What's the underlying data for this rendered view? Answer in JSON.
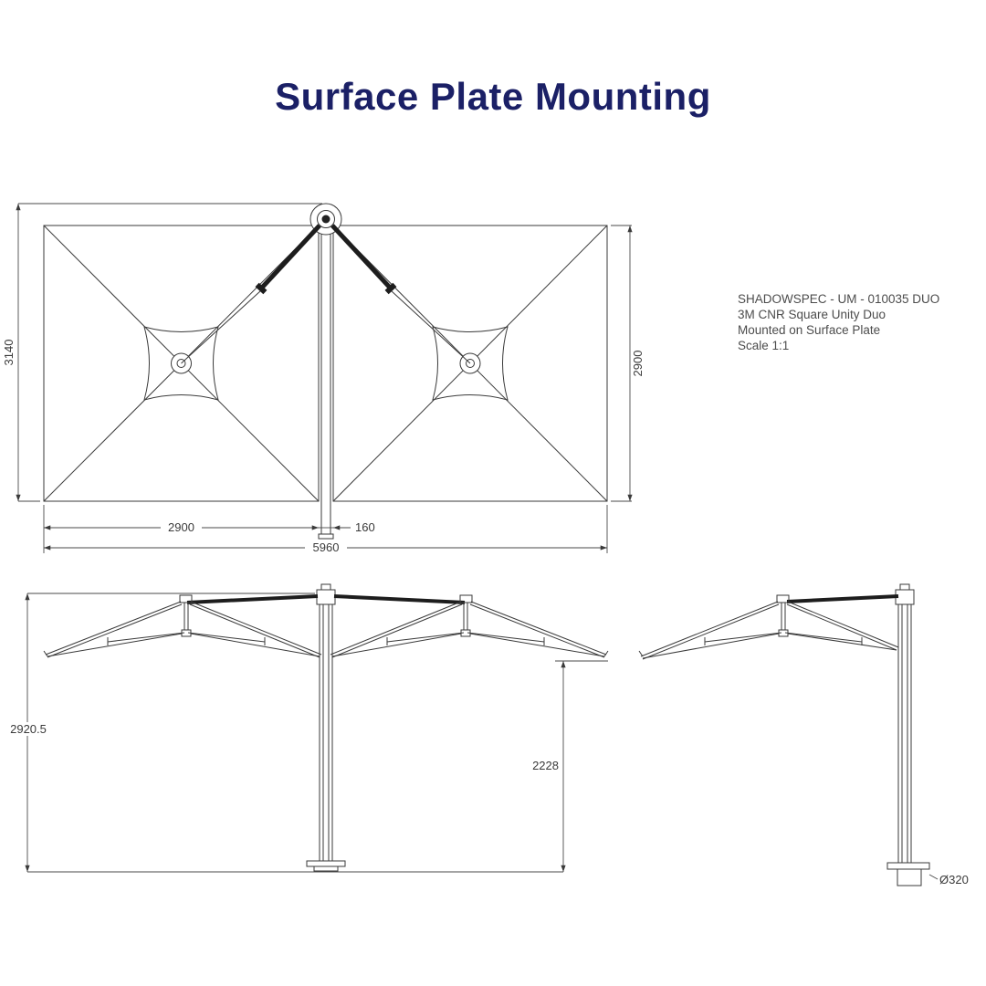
{
  "title": "Surface Plate Mounting",
  "annotation": {
    "lines": [
      "SHADOWSPEC - UM - 010035 DUO",
      "3M CNR Square Unity Duo",
      "Mounted on Surface Plate",
      "Scale 1:1"
    ]
  },
  "top_view": {
    "dim_height_left": "3140",
    "dim_height_right": "2900",
    "dim_width_half": "2900",
    "dim_pole": "160",
    "dim_width_total": "5960"
  },
  "front_view": {
    "dim_height_total": "2920.5",
    "dim_clearance": "2228"
  },
  "side_view": {
    "dim_base_diameter": "Ø320"
  },
  "colors": {
    "title": "#1b2066",
    "line": "#3a3a3a",
    "annotation": "#4c4c4c"
  }
}
